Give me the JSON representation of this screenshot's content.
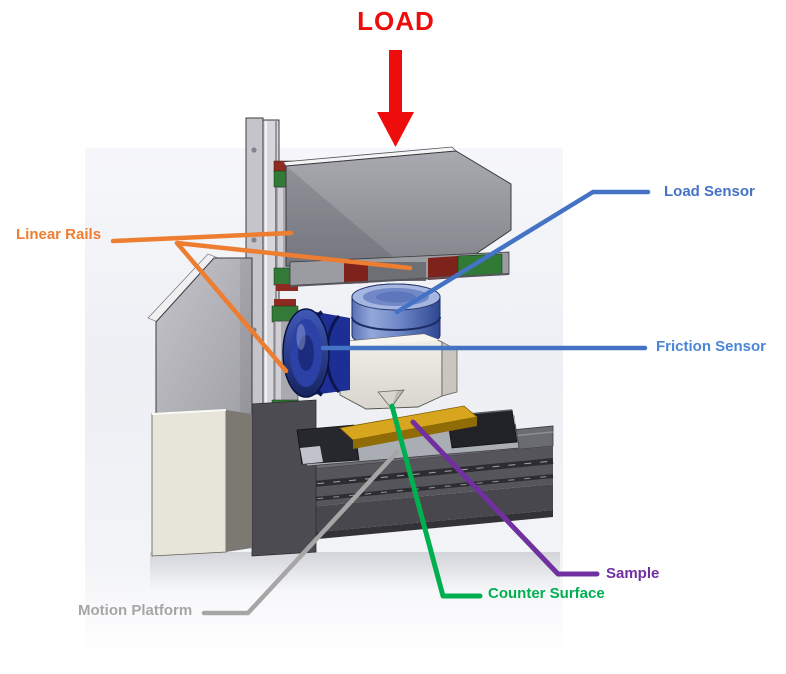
{
  "diagram": {
    "type": "labeled-cad-diagram",
    "subject": "tribometer load/friction test rig",
    "title": {
      "text": "LOAD",
      "color": "#EE0D0D"
    },
    "labels": {
      "linear_rails": {
        "text": "Linear Rails",
        "color": "#ED7D31"
      },
      "load_sensor": {
        "text": "Load Sensor",
        "color": "#4472C4"
      },
      "friction_sensor": {
        "text": "Friction Sensor",
        "color": "#4A86D8"
      },
      "sample": {
        "text": "Sample",
        "color": "#7030A0"
      },
      "counter_surface": {
        "text": "Counter Surface",
        "color": "#00B050"
      },
      "motion_platform": {
        "text": "Motion Platform",
        "color": "#A6A6A6"
      }
    }
  }
}
